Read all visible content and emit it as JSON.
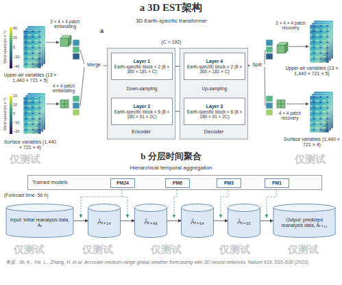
{
  "diagram": {
    "title": "a 3D EST架构",
    "caption": "来源：Bi, K., Xie, L., Zhang, H. et al. Accurate medium-range global weather forecasting with 3D neural networks. Nature 619, 533–538 (2023).",
    "nodes": [
      {
        "text": [
          "Encoder"
        ]
      },
      {
        "text": [
          "Layer 1",
          "Earth-specific block × 2 (8 × 360 × 181 × C)"
        ],
        "in": 0
      },
      {
        "text": [
          "Layer 2",
          "Earth-specific block × 6 (8 × 180 × 91 × 2C)"
        ],
        "in": 0
      },
      {
        "text": [
          "Decoder"
        ]
      },
      {
        "text": [
          "Layer 4",
          "Earth-specific block × 2 (8 × 360 × 181 × C)"
        ],
        "in": 3
      },
      {
        "text": [
          "Layer 3",
          "Earth-specific block × 6 (8 × 180 × 91 × 2C)"
        ],
        "in": 3
      },
      {
        "text": [
          "Trained models"
        ]
      },
      {
        "text": [
          "FM24"
        ],
        "in": 6
      },
      {
        "text": [
          "FM6"
        ],
        "in": 6
      },
      {
        "text": [
          "FM3"
        ],
        "in": 6
      },
      {
        "text": [
          "FM1"
        ],
        "in": 6
      },
      {
        "text": [
          "Input: initial reanalysis data, Aₜ"
        ]
      },
      {
        "text": [
          "Âₜ₊₂₄"
        ]
      },
      {
        "text": [
          "Âₜ₊₄₈"
        ]
      },
      {
        "text": [
          "Âₜ₊₅₄"
        ]
      },
      {
        "text": [
          "Âₜ₊₅₅"
        ]
      },
      {
        "text": [
          "Output: predicted reanalysis data, Âₜ₊₅₆"
        ]
      }
    ],
    "edges": [
      {
        "from": 1,
        "to": 2,
        "label": "Down-sampling",
        "arrow": "to"
      },
      {
        "from": 2,
        "to": 5,
        "arrow": "to"
      },
      {
        "from": 5,
        "to": 4,
        "label": "Up-sampling",
        "arrow": "to"
      },
      {
        "from": 1,
        "to": 4,
        "arrow": "to"
      },
      {
        "from": 11,
        "to": 12,
        "arrow": "to"
      },
      {
        "from": 12,
        "to": 13,
        "arrow": "to"
      },
      {
        "from": 13,
        "to": 14,
        "arrow": "to"
      },
      {
        "from": 14,
        "to": 15,
        "arrow": "to"
      },
      {
        "from": 15,
        "to": 16,
        "arrow": "to"
      }
    ],
    "labels": [
      "a",
      "3D Earth-specific transformer",
      "(C = 192)",
      "Wind speed (m s⁻¹)",
      "40",
      "20",
      "0",
      "−20",
      "−40",
      "2 × 4 × 4 patch embedding",
      "Upper-air variables (13 × 1,440 × 721 × 5)",
      "Wind speed (m s⁻¹)",
      "20",
      "10",
      "0",
      "−10",
      "−20",
      "4 × 4 patch embedding",
      "Surface variables (1,440 × 721 × 4)",
      "Merge",
      "Split",
      "2 × 4 × 4 patch recovery",
      "Upper-air variables (13 × 1,440 × 721 × 5)",
      "4 × 4 patch recovery",
      "Surface variables (1,440 × 721 × 4)",
      "b 分层时间聚合",
      "Hierarchical temporal aggregation",
      "(Forecast time: 56 h)",
      "仅测试",
      "仅测试",
      "仅测试",
      "仅测试",
      "仅测试",
      "仅测试",
      "仅测试"
    ]
  }
}
